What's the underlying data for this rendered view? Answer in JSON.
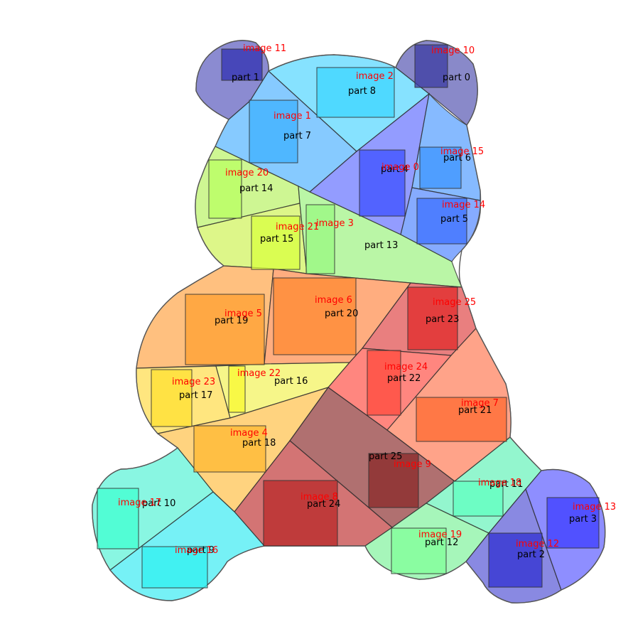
{
  "parts": [
    {
      "id": "part-0",
      "label": "part 0",
      "color": "#4040a8"
    },
    {
      "id": "part-1",
      "label": "part 1",
      "color": "#4444b4"
    },
    {
      "id": "part-2",
      "label": "part 2",
      "color": "#4040d0"
    },
    {
      "id": "part-3",
      "label": "part 3",
      "color": "#4848ff"
    },
    {
      "id": "part-4",
      "label": "part 4",
      "color": "#5060ff"
    },
    {
      "id": "part-5",
      "label": "part 5",
      "color": "#3c78ff"
    },
    {
      "id": "part-6",
      "label": "part 6",
      "color": "#3c90ff"
    },
    {
      "id": "part-7",
      "label": "part 7",
      "color": "#3caaff"
    },
    {
      "id": "part-8",
      "label": "part 8",
      "color": "#3cd0ff"
    },
    {
      "id": "part-9",
      "label": "part 9",
      "color": "#22e8f0"
    },
    {
      "id": "part-10",
      "label": "part 10",
      "color": "#40f0d0"
    },
    {
      "id": "part-11",
      "label": "part 11",
      "color": "#50f0b0"
    },
    {
      "id": "part-12",
      "label": "part 12",
      "color": "#70f090"
    },
    {
      "id": "part-13",
      "label": "part 13",
      "color": "#90f070"
    },
    {
      "id": "part-14",
      "label": "part 14",
      "color": "#b0f050"
    },
    {
      "id": "part-15",
      "label": "part 15",
      "color": "#c8f040"
    },
    {
      "id": "part-16",
      "label": "part 16",
      "color": "#f0f040"
    },
    {
      "id": "part-17",
      "label": "part 17",
      "color": "#ffd630"
    },
    {
      "id": "part-18",
      "label": "part 18",
      "color": "#ffb830"
    },
    {
      "id": "part-19",
      "label": "part 19",
      "color": "#ff9a30"
    },
    {
      "id": "part-20",
      "label": "part 20",
      "color": "#ff7a30"
    },
    {
      "id": "part-21",
      "label": "part 21",
      "color": "#ff6a40"
    },
    {
      "id": "part-22",
      "label": "part 22",
      "color": "#ff3c30"
    },
    {
      "id": "part-23",
      "label": "part 23",
      "color": "#dc3030"
    },
    {
      "id": "part-24",
      "label": "part 24",
      "color": "#b81e1e"
    },
    {
      "id": "part-25",
      "label": "part 25",
      "color": "#801818"
    }
  ],
  "images": [
    {
      "id": "image-0",
      "label": "image 0",
      "color": "#3c50ff"
    },
    {
      "id": "image-1",
      "label": "image 1",
      "color": "#3cb0ff"
    },
    {
      "id": "image-2",
      "label": "image 2",
      "color": "#3cd6ff"
    },
    {
      "id": "image-3",
      "label": "image 3",
      "color": "#98f880"
    },
    {
      "id": "image-4",
      "label": "image 4",
      "color": "#ffb830"
    },
    {
      "id": "image-5",
      "label": "image 5",
      "color": "#ffa030"
    },
    {
      "id": "image-6",
      "label": "image 6",
      "color": "#ff8a30"
    },
    {
      "id": "image-7",
      "label": "image 7",
      "color": "#ff6a30"
    },
    {
      "id": "image-8",
      "label": "image 8",
      "color": "#b82828"
    },
    {
      "id": "image-9",
      "label": "image 9",
      "color": "#8a2828"
    },
    {
      "id": "image-10",
      "label": "image 10",
      "color": "#3c3ca0"
    },
    {
      "id": "image-11",
      "label": "image 11",
      "color": "#3030b0"
    },
    {
      "id": "image-12",
      "label": "image 12",
      "color": "#3030d0"
    },
    {
      "id": "image-13",
      "label": "image 13",
      "color": "#3c3cff"
    },
    {
      "id": "image-14",
      "label": "image 14",
      "color": "#3c70ff"
    },
    {
      "id": "image-15",
      "label": "image 15",
      "color": "#3c94ff"
    },
    {
      "id": "image-16",
      "label": "image 16",
      "color": "#30f0f0"
    },
    {
      "id": "image-17",
      "label": "image 17",
      "color": "#40ffd0"
    },
    {
      "id": "image-18",
      "label": "image 18",
      "color": "#60ffc0"
    },
    {
      "id": "image-19",
      "label": "image 19",
      "color": "#80ff98"
    },
    {
      "id": "image-20",
      "label": "image 20",
      "color": "#b8ff60"
    },
    {
      "id": "image-21",
      "label": "image 21",
      "color": "#d8ff40"
    },
    {
      "id": "image-22",
      "label": "image 22",
      "color": "#f8f830"
    },
    {
      "id": "image-23",
      "label": "image 23",
      "color": "#ffe030"
    },
    {
      "id": "image-24",
      "label": "image 24",
      "color": "#ff4a3c"
    },
    {
      "id": "image-25",
      "label": "image 25",
      "color": "#e02828"
    }
  ]
}
